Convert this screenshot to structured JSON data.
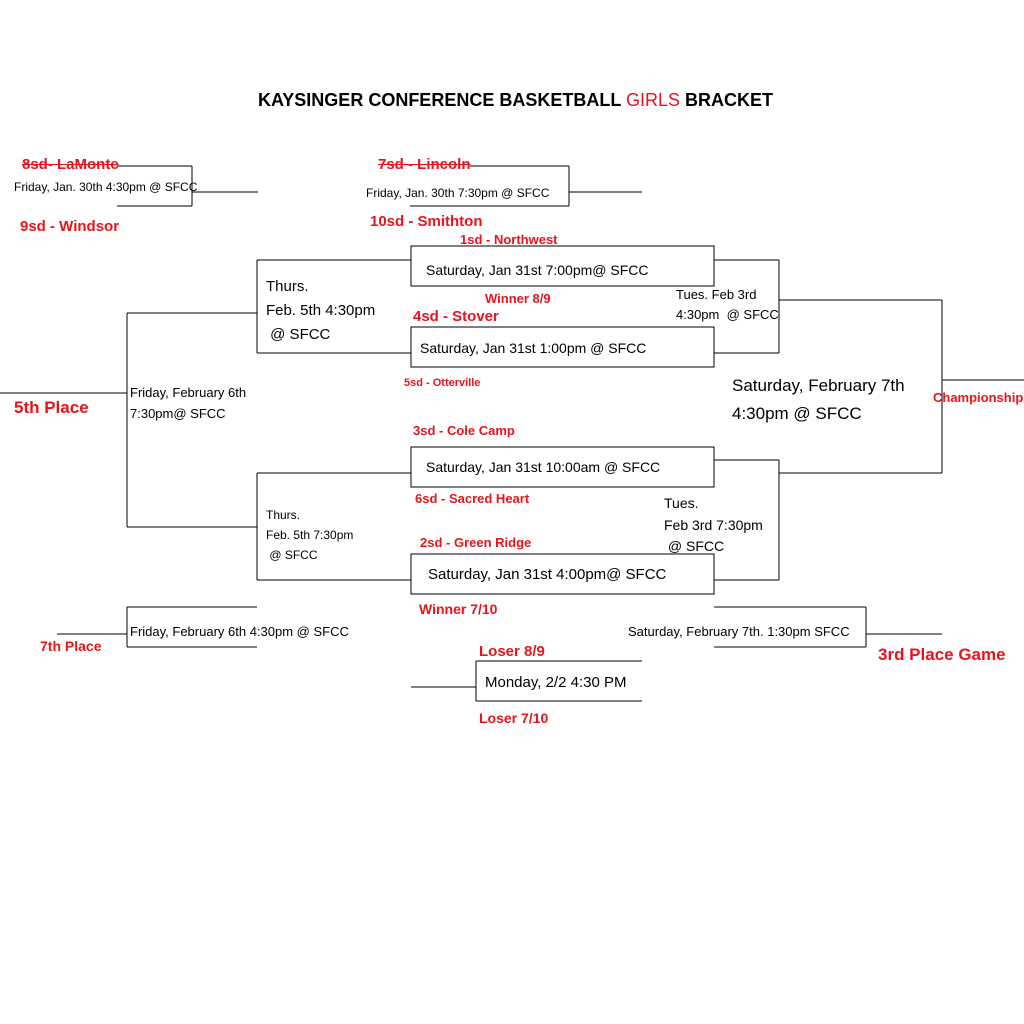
{
  "title": {
    "prefix": "KAYSINGER CONFERENCE BASKETBALL ",
    "highlight": "GIRLS",
    "suffix": " BRACKET"
  },
  "colors": {
    "accent": "#e8141b",
    "line": "#000000"
  },
  "teams": {
    "t8": "8sd- LaMonte",
    "t9": "9sd - Windsor",
    "t7": "7sd - Lincoln",
    "t10": "10sd - Smithton",
    "t1": "1sd - Northwest",
    "w89": "Winner 8/9",
    "t4": "4sd - Stover",
    "t5": "5sd - Otterville",
    "t3": "3sd - Cole Camp",
    "t6": "6sd - Sacred Heart",
    "t2": "2sd - Green Ridge",
    "w710": "Winner 7/10",
    "l89": "Loser 8/9",
    "l710": "Loser 7/10"
  },
  "places": {
    "fifth": "5th Place",
    "seventh": "7th Place",
    "third": "3rd Place Game",
    "championship": "Championship"
  },
  "games": {
    "g89": "Friday, Jan. 30th 4:30pm @ SFCC",
    "g710": "Friday, Jan. 30th 7:30pm @ SFCC",
    "q1": "Saturday, Jan 31st 7:00pm@ SFCC",
    "q2": "Saturday, Jan 31st 1:00pm @ SFCC",
    "q3": "Saturday, Jan 31st 10:00am @ SFCC",
    "q4": "Saturday, Jan 31st 4:00pm@ SFCC",
    "cons1": [
      "Thurs.",
      "Feb. 5th 4:30pm",
      " @ SFCC"
    ],
    "cons2": [
      "Thurs.",
      "Feb. 5th 7:30pm",
      " @ SFCC"
    ],
    "semi1": [
      "Tues. Feb 3rd",
      "4:30pm  @ SFCC"
    ],
    "semi2": [
      "Tues.",
      "Feb 3rd 7:30pm",
      " @ SFCC"
    ],
    "fifthGame": [
      "Friday, February 6th",
      "7:30pm@ SFCC"
    ],
    "final": [
      "Saturday, February 7th",
      "4:30pm @ SFCC"
    ],
    "seventhGame": "Friday, February 6th 4:30pm @ SFCC",
    "thirdGame": "Saturday, February 7th. 1:30pm SFCC",
    "ninth": "Monday, 2/2 4:30 PM"
  }
}
